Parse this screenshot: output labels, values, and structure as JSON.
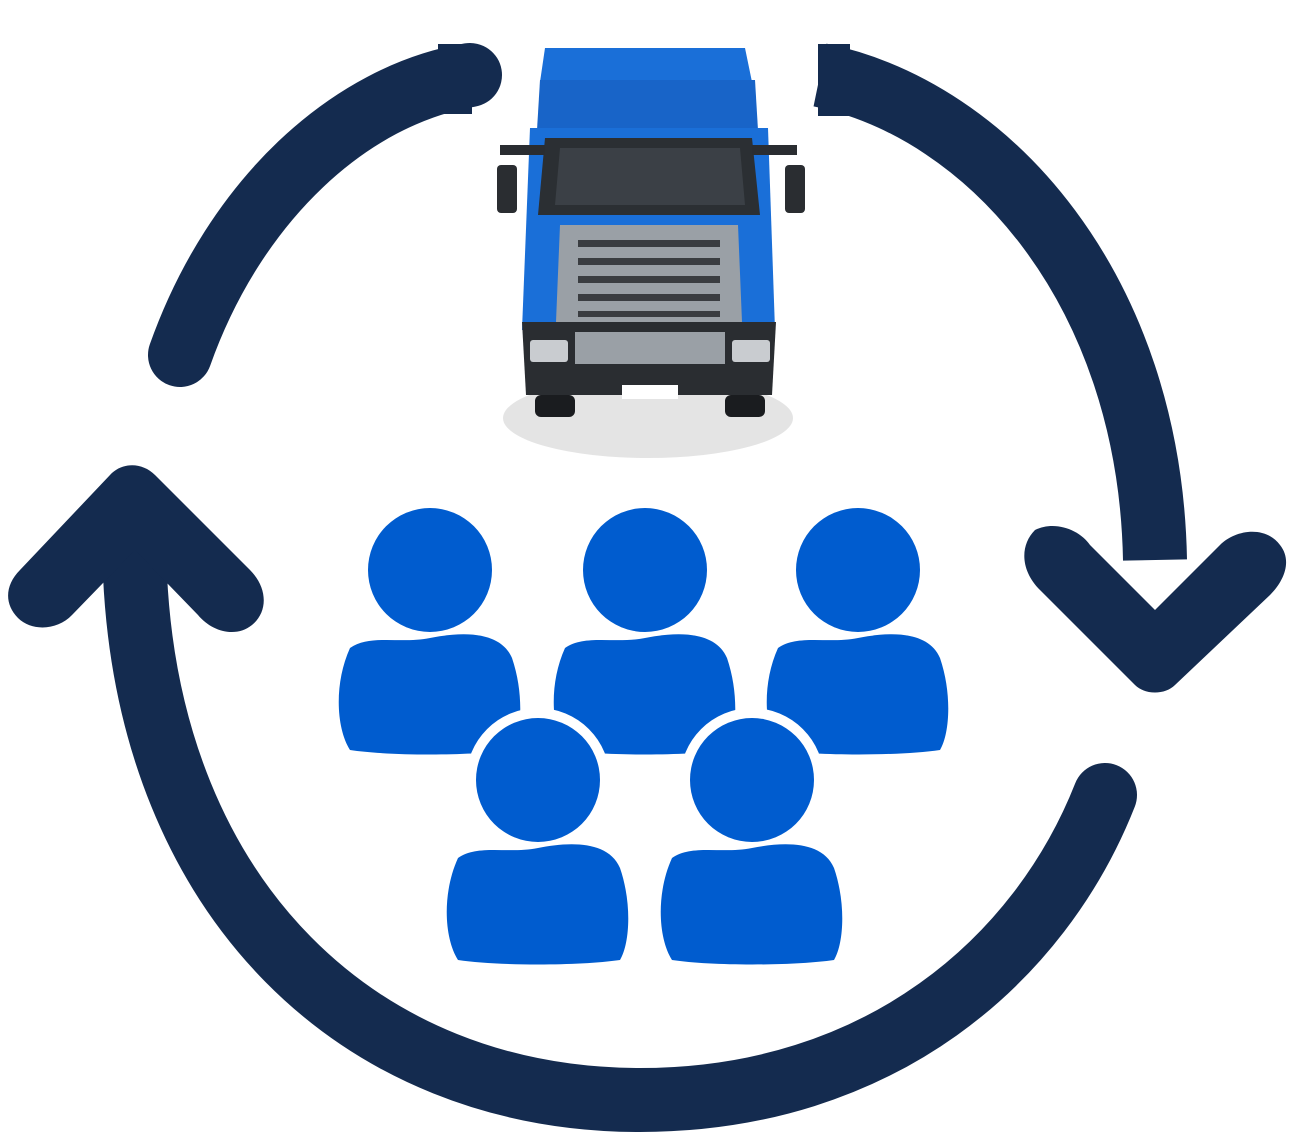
{
  "colors": {
    "arrow": "#142b4f",
    "people": "#005ccf",
    "truck_cab": "#1a6fd8",
    "truck_grille": "#9aa0a6",
    "truck_dark": "#2a2d31",
    "background": "#ffffff"
  },
  "icons": {
    "cycle": "refresh-cycle-icon",
    "truck": "truck-front-icon",
    "group": "people-group-icon"
  },
  "people": [
    {
      "name": "person-top-left"
    },
    {
      "name": "person-top-center"
    },
    {
      "name": "person-top-right"
    },
    {
      "name": "person-bottom-left"
    },
    {
      "name": "person-bottom-right"
    }
  ]
}
